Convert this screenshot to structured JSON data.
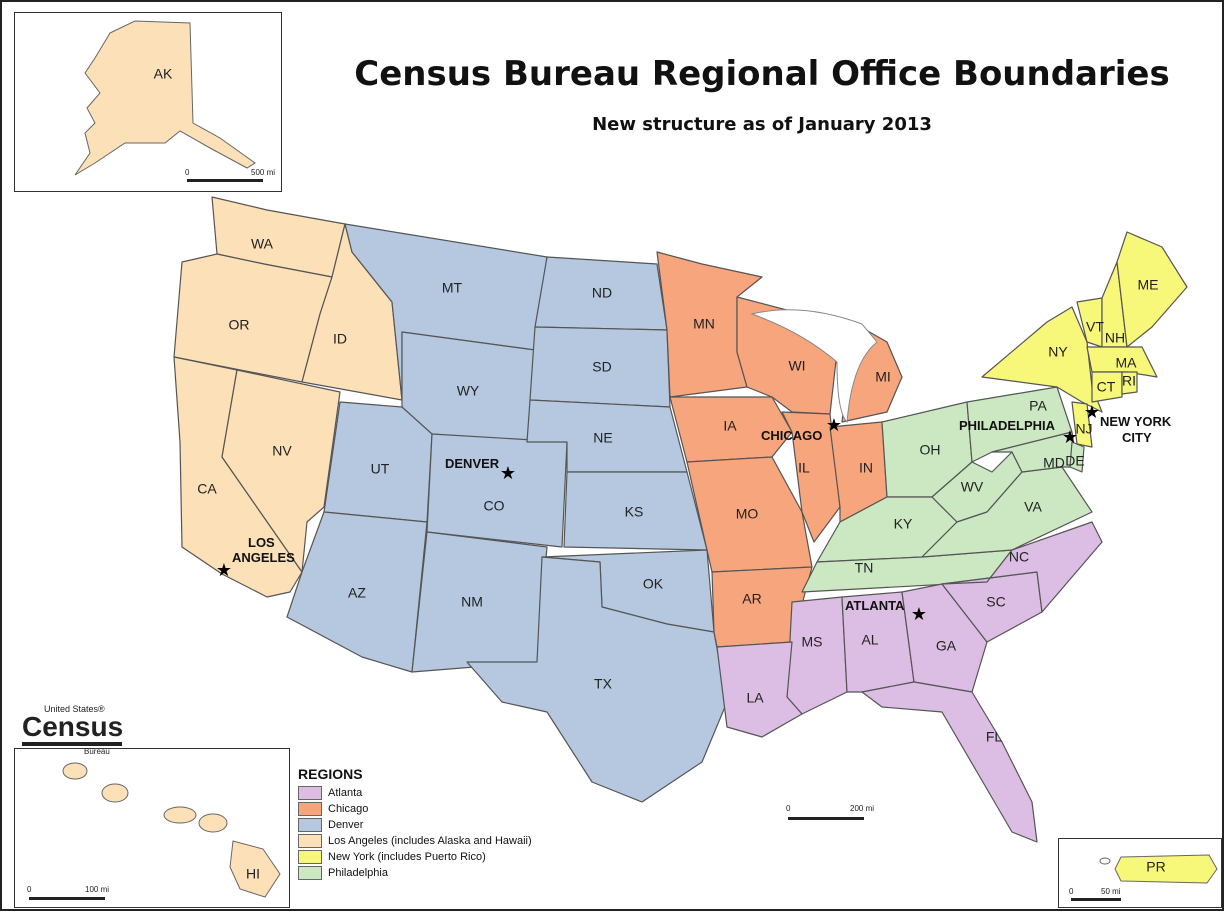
{
  "title": "Census Bureau Regional Office Boundaries",
  "subtitle": "New structure as of January 2013",
  "colors": {
    "atlanta": "#dcbde3",
    "chicago": "#f6a57c",
    "denver": "#b5c8df",
    "los_angeles": "#fbe0b8",
    "new_york": "#f7f77a",
    "philadelphia": "#cbe8c3"
  },
  "legend": {
    "title": "REGIONS",
    "items": [
      {
        "label": "Atlanta",
        "color": "#dcbde3"
      },
      {
        "label": "Chicago",
        "color": "#f6a57c"
      },
      {
        "label": "Denver",
        "color": "#b5c8df"
      },
      {
        "label": "Los Angeles (includes Alaska and Hawaii)",
        "color": "#fbe0b8"
      },
      {
        "label": "New York (includes Puerto Rico)",
        "color": "#f7f77a"
      },
      {
        "label": "Philadelphia",
        "color": "#cbe8c3"
      }
    ]
  },
  "states": {
    "WA": "WA",
    "OR": "OR",
    "ID": "ID",
    "CA": "CA",
    "NV": "NV",
    "AK": "AK",
    "HI": "HI",
    "MT": "MT",
    "WY": "WY",
    "UT": "UT",
    "CO": "CO",
    "AZ": "AZ",
    "NM": "NM",
    "ND": "ND",
    "SD": "SD",
    "NE": "NE",
    "KS": "KS",
    "OK": "OK",
    "TX": "TX",
    "MN": "MN",
    "IA": "IA",
    "MO": "MO",
    "AR": "AR",
    "WI": "WI",
    "IL": "IL",
    "MI": "MI",
    "IN": "IN",
    "LA": "LA",
    "MS": "MS",
    "AL": "AL",
    "GA": "GA",
    "FL": "FL",
    "SC": "SC",
    "NC": "NC",
    "TN": "TN",
    "KY": "KY",
    "OH": "OH",
    "WV": "WV",
    "VA": "VA",
    "PA": "PA",
    "MD": "MD",
    "DE": "DE",
    "NY": "NY",
    "VT": "VT",
    "NH": "NH",
    "ME": "ME",
    "MA": "MA",
    "CT": "CT",
    "RI": "RI",
    "NJ": "NJ",
    "PR": "PR"
  },
  "cities": {
    "los_angeles": "LOS ANGELES",
    "denver": "DENVER",
    "chicago": "CHICAGO",
    "atlanta": "ATLANTA",
    "philadelphia": "PHILADELPHIA",
    "new_york": "NEW YORK CITY"
  },
  "city_marker": "★",
  "scales": {
    "main": {
      "start": "0",
      "end": "200 mi"
    },
    "alaska": {
      "start": "0",
      "end": "500 mi"
    },
    "hawaii": {
      "start": "0",
      "end": "100 mi"
    },
    "puerto_rico": {
      "start": "0",
      "end": "50 mi"
    }
  },
  "logo": {
    "top": "United States®",
    "main": "Census",
    "sub": "Bureau"
  }
}
